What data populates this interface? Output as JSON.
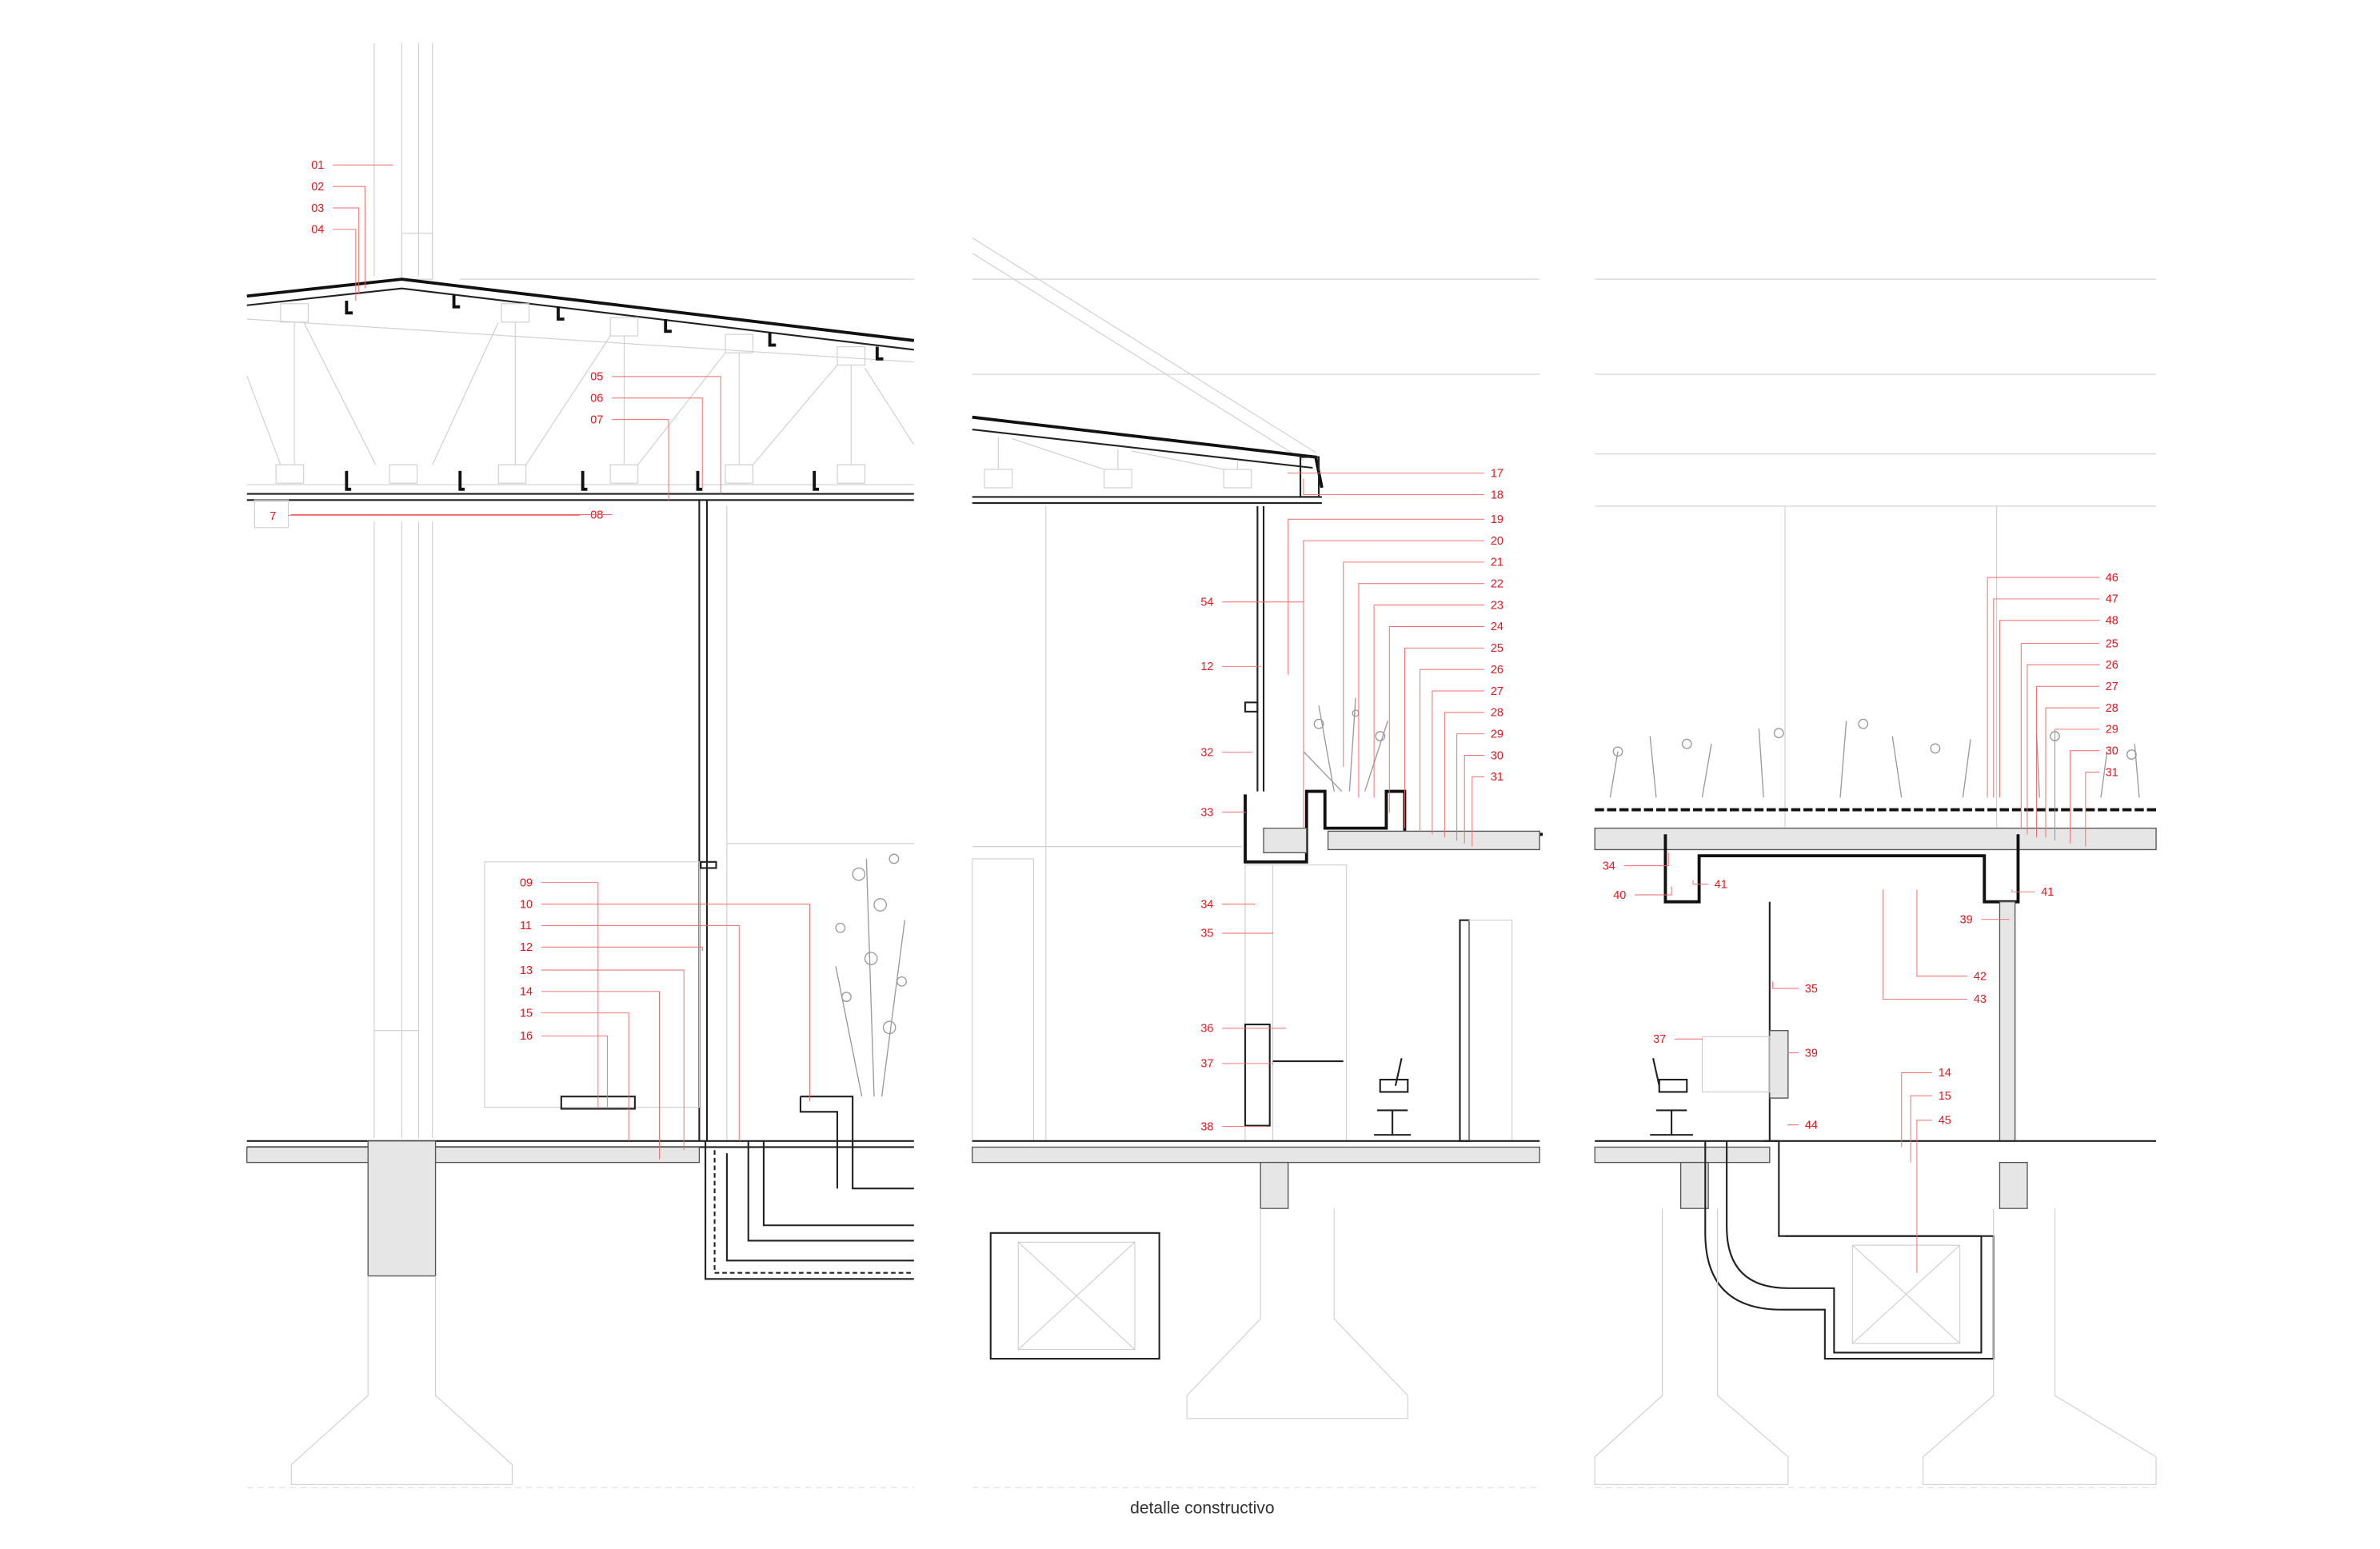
{
  "caption": "detalle constructivo",
  "section_marker": "7",
  "panel1_labels": [
    "01",
    "02",
    "03",
    "04",
    "05",
    "06",
    "07",
    "08",
    "09",
    "10",
    "11",
    "12",
    "13",
    "14",
    "15",
    "16"
  ],
  "panel2_labels": [
    "17",
    "18",
    "19",
    "20",
    "21",
    "22",
    "23",
    "24",
    "25",
    "26",
    "27",
    "28",
    "29",
    "30",
    "31",
    "54",
    "12",
    "32",
    "33",
    "34",
    "35",
    "36",
    "37",
    "38"
  ],
  "panel3_labels": [
    "46",
    "47",
    "48",
    "25",
    "26",
    "27",
    "28",
    "29",
    "30",
    "31",
    "34",
    "40",
    "41",
    "41",
    "39",
    "42",
    "43",
    "35",
    "37",
    "39",
    "44",
    "14",
    "15",
    "45"
  ],
  "colors": {
    "annotation": "#e8141c",
    "linework": "#222222"
  }
}
